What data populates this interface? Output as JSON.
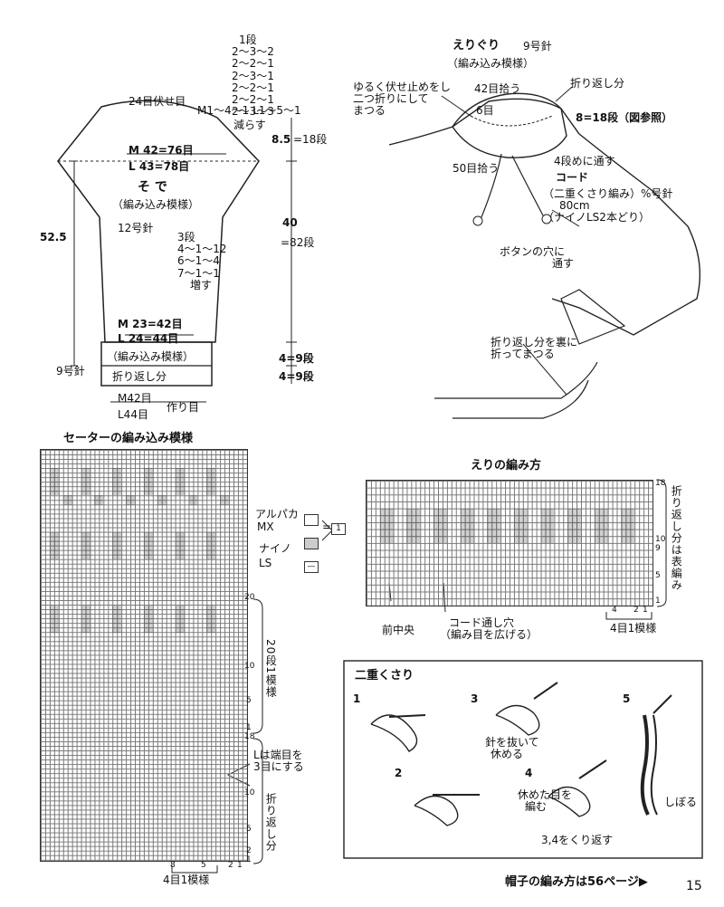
{
  "sleeve": {
    "decrease_top": "1段",
    "decrease_rows": [
      "2～3～2",
      "2～2～1",
      "2～3～1",
      "2～2～1",
      "2～2～1",
      "2～3～3"
    ],
    "top_bind_off": "24目伏せ目",
    "sizes_line": "M1～4～1  L1～5～1",
    "reduce": "減らす",
    "h_cap": "8.5",
    "h_cap_rows": "=18段",
    "width_m": "M 42=76目",
    "width_l": "L 43=78目",
    "title": "そ で",
    "pattern": "（編み込み模様）",
    "needle": "12号針",
    "inc_title": "3段",
    "inc_rows": [
      "4～1～12",
      "6～1～4",
      "7～1～1"
    ],
    "inc_label": "増す",
    "height_total": "52.5",
    "h_mid": "40",
    "h_mid_rows": "=82段",
    "bot_m": "M 23=42目",
    "bot_l": "L 24=44目",
    "needle_small": "9号針",
    "band1": "（編み込み模様）",
    "band2": "折り返し分",
    "band_h1": "4=9段",
    "band_h2": "4=9段",
    "cast_m": "M42目",
    "cast_l": "L44目",
    "cast_label": "作り目"
  },
  "collar": {
    "title": "えりぐり",
    "needle": "9号針",
    "pattern": "（編み込み模様）",
    "bind_note": [
      "ゆるく伏せ止めをし",
      "二つ折りにして",
      "まつる"
    ],
    "pick42": "42目拾う",
    "fold": "折り返し分",
    "height": "8=18段（図参照）",
    "six": "6目",
    "pick50": "50目拾う",
    "through": "4段めに通す",
    "cord": "コード",
    "cord_spec": [
      "（二重くさり編み）%号針",
      "80cm",
      "（ナイノLS2本どり）"
    ],
    "button": [
      "ボタンの穴に",
      "通す"
    ],
    "sew": [
      "折り返し分を裏に",
      "折ってまつる"
    ]
  },
  "sweater_chart": {
    "title": "セーターの編み込み模様",
    "rows_left": [
      "20",
      "10",
      "5",
      "1",
      "18",
      "10",
      "5",
      "2",
      "1"
    ],
    "bottom_ticks": [
      "8",
      "5",
      "2",
      "1"
    ],
    "repeat": "4目1模様",
    "side1": "20段1模様",
    "side2": "折り返し分",
    "l_note": [
      "Lは端目を",
      "3目にする"
    ]
  },
  "legend": {
    "alpaca": "アルパカ",
    "alpaca_mx": "MX",
    "nylon": "ナイノ",
    "nylon_ls": "LS",
    "eq": "=",
    "one": "1",
    "dash": "—"
  },
  "collar_chart": {
    "title": "えりの編み方",
    "rows": [
      "18",
      "10",
      "9",
      "5",
      "1"
    ],
    "side": "折り返し分は表編み",
    "ticks": [
      "4",
      "2",
      "1"
    ],
    "repeat": "4目1模様",
    "front": "前中央",
    "hole": [
      "コード通し穴",
      "（編み目を広げる）"
    ]
  },
  "chain": {
    "title": "二重くさり",
    "steps": [
      "1",
      "2",
      "3",
      "4",
      "5"
    ],
    "s3": [
      "針を抜いて",
      "休める"
    ],
    "s4": [
      "休めた目を",
      "編む"
    ],
    "s34": "3,4をくり返す",
    "s5": "しぼる"
  },
  "footer": {
    "hat": "帽子の編み方は56ページ▶",
    "page": "15"
  }
}
